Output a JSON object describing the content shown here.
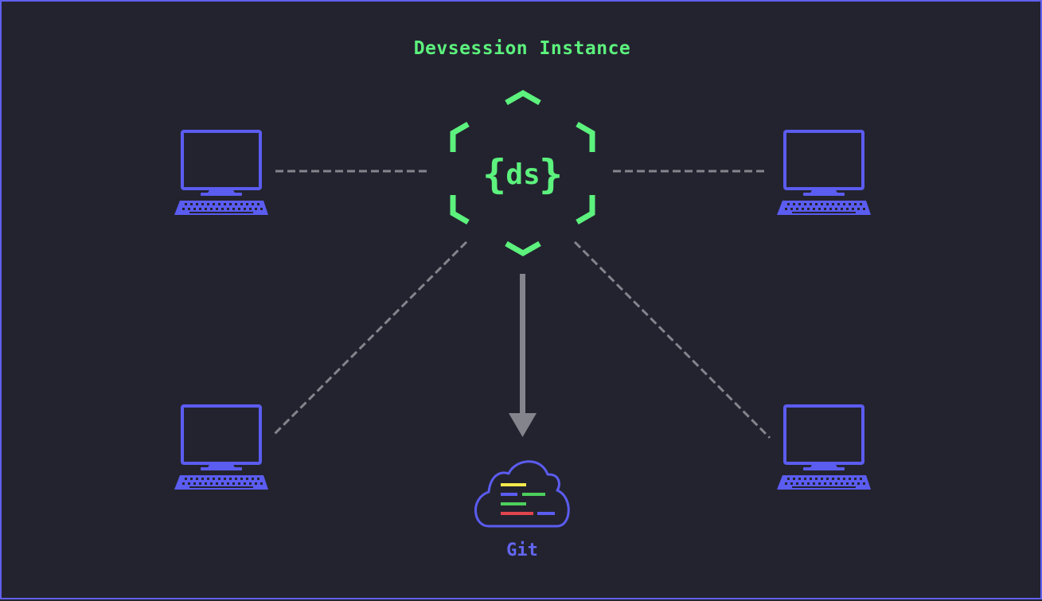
{
  "instance": {
    "title": "Devsession Instance",
    "logo_text": "ds",
    "logo_left_brace": "{",
    "logo_right_brace": "}"
  },
  "git": {
    "label": "Git"
  },
  "computers": [
    {
      "name": "computer-top-left"
    },
    {
      "name": "computer-top-right"
    },
    {
      "name": "computer-bottom-left"
    },
    {
      "name": "computer-bottom-right"
    }
  ],
  "colors": {
    "background": "#23232f",
    "border": "#6060f0",
    "accent_green": "#5cf27d",
    "computer_blue": "#5b5cf0",
    "connector_gray": "#84848d",
    "code_yellow": "#f5e94b",
    "code_green": "#4ccf5c",
    "code_blue": "#5b5cf0",
    "code_red": "#e0444d"
  },
  "icons": [
    "computer-icon",
    "hexagon-logo-icon",
    "cloud-code-icon",
    "arrow-down-icon"
  ]
}
